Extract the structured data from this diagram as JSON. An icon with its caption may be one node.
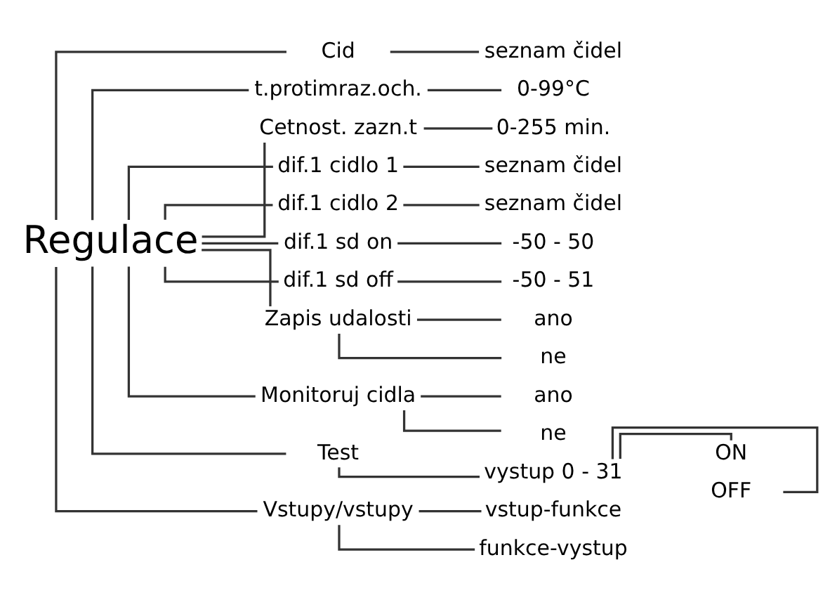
{
  "diagram": {
    "nodes": [
      {
        "text": [
          "Regulace"
        ]
      },
      {
        "text": [
          "Cid"
        ]
      },
      {
        "text": [
          "seznam čidel"
        ]
      },
      {
        "text": [
          "t.protimraz.och."
        ]
      },
      {
        "text": [
          "0-99°C"
        ]
      },
      {
        "text": [
          "Cetnost. zazn.t"
        ]
      },
      {
        "text": [
          "0-255 min."
        ]
      },
      {
        "text": [
          "dif.1 cidlo 1"
        ]
      },
      {
        "text": [
          "seznam čidel"
        ]
      },
      {
        "text": [
          "dif.1 cidlo 2"
        ]
      },
      {
        "text": [
          "seznam čidel"
        ]
      },
      {
        "text": [
          "dif.1 sd on"
        ]
      },
      {
        "text": [
          "-50 - 50"
        ]
      },
      {
        "text": [
          "dif.1 sd off"
        ]
      },
      {
        "text": [
          "-50 - 51"
        ]
      },
      {
        "text": [
          "Zapis udalosti"
        ]
      },
      {
        "text": [
          "ano"
        ]
      },
      {
        "text": [
          "ne"
        ]
      },
      {
        "text": [
          "Monitoruj cidla"
        ]
      },
      {
        "text": [
          "ano"
        ]
      },
      {
        "text": [
          "ne"
        ]
      },
      {
        "text": [
          "Test"
        ]
      },
      {
        "text": [
          "vystup 0 - 31"
        ]
      },
      {
        "text": [
          "ON"
        ]
      },
      {
        "text": [
          "OFF"
        ]
      },
      {
        "text": [
          "Vstupy/vstupy"
        ]
      },
      {
        "text": [
          "vstup-funkce"
        ]
      },
      {
        "text": [
          "funkce-vystup"
        ]
      }
    ],
    "edges": [
      {
        "from": 0,
        "to": 1,
        "arrow": "none"
      },
      {
        "from": 1,
        "to": 2,
        "arrow": "none"
      },
      {
        "from": 0,
        "to": 3,
        "arrow": "none"
      },
      {
        "from": 3,
        "to": 4,
        "arrow": "none"
      },
      {
        "from": 0,
        "to": 5,
        "arrow": "none"
      },
      {
        "from": 5,
        "to": 6,
        "arrow": "none"
      },
      {
        "from": 0,
        "to": 7,
        "arrow": "none"
      },
      {
        "from": 7,
        "to": 8,
        "arrow": "none"
      },
      {
        "from": 0,
        "to": 9,
        "arrow": "none"
      },
      {
        "from": 9,
        "to": 10,
        "arrow": "none"
      },
      {
        "from": 0,
        "to": 11,
        "arrow": "none"
      },
      {
        "from": 11,
        "to": 12,
        "arrow": "none"
      },
      {
        "from": 0,
        "to": 13,
        "arrow": "none"
      },
      {
        "from": 13,
        "to": 14,
        "arrow": "none"
      },
      {
        "from": 0,
        "to": 15,
        "arrow": "none"
      },
      {
        "from": 15,
        "to": 16,
        "arrow": "none"
      },
      {
        "from": 15,
        "to": 17,
        "arrow": "none"
      },
      {
        "from": 0,
        "to": 18,
        "arrow": "none"
      },
      {
        "from": 18,
        "to": 19,
        "arrow": "none"
      },
      {
        "from": 18,
        "to": 20,
        "arrow": "none"
      },
      {
        "from": 0,
        "to": 21,
        "arrow": "none"
      },
      {
        "from": 21,
        "to": 22,
        "arrow": "none"
      },
      {
        "from": 22,
        "to": 23,
        "arrow": "none"
      },
      {
        "from": 22,
        "to": 24,
        "arrow": "none"
      },
      {
        "from": 0,
        "to": 25,
        "arrow": "none"
      },
      {
        "from": 25,
        "to": 26,
        "arrow": "none"
      },
      {
        "from": 25,
        "to": 27,
        "arrow": "none"
      }
    ]
  }
}
